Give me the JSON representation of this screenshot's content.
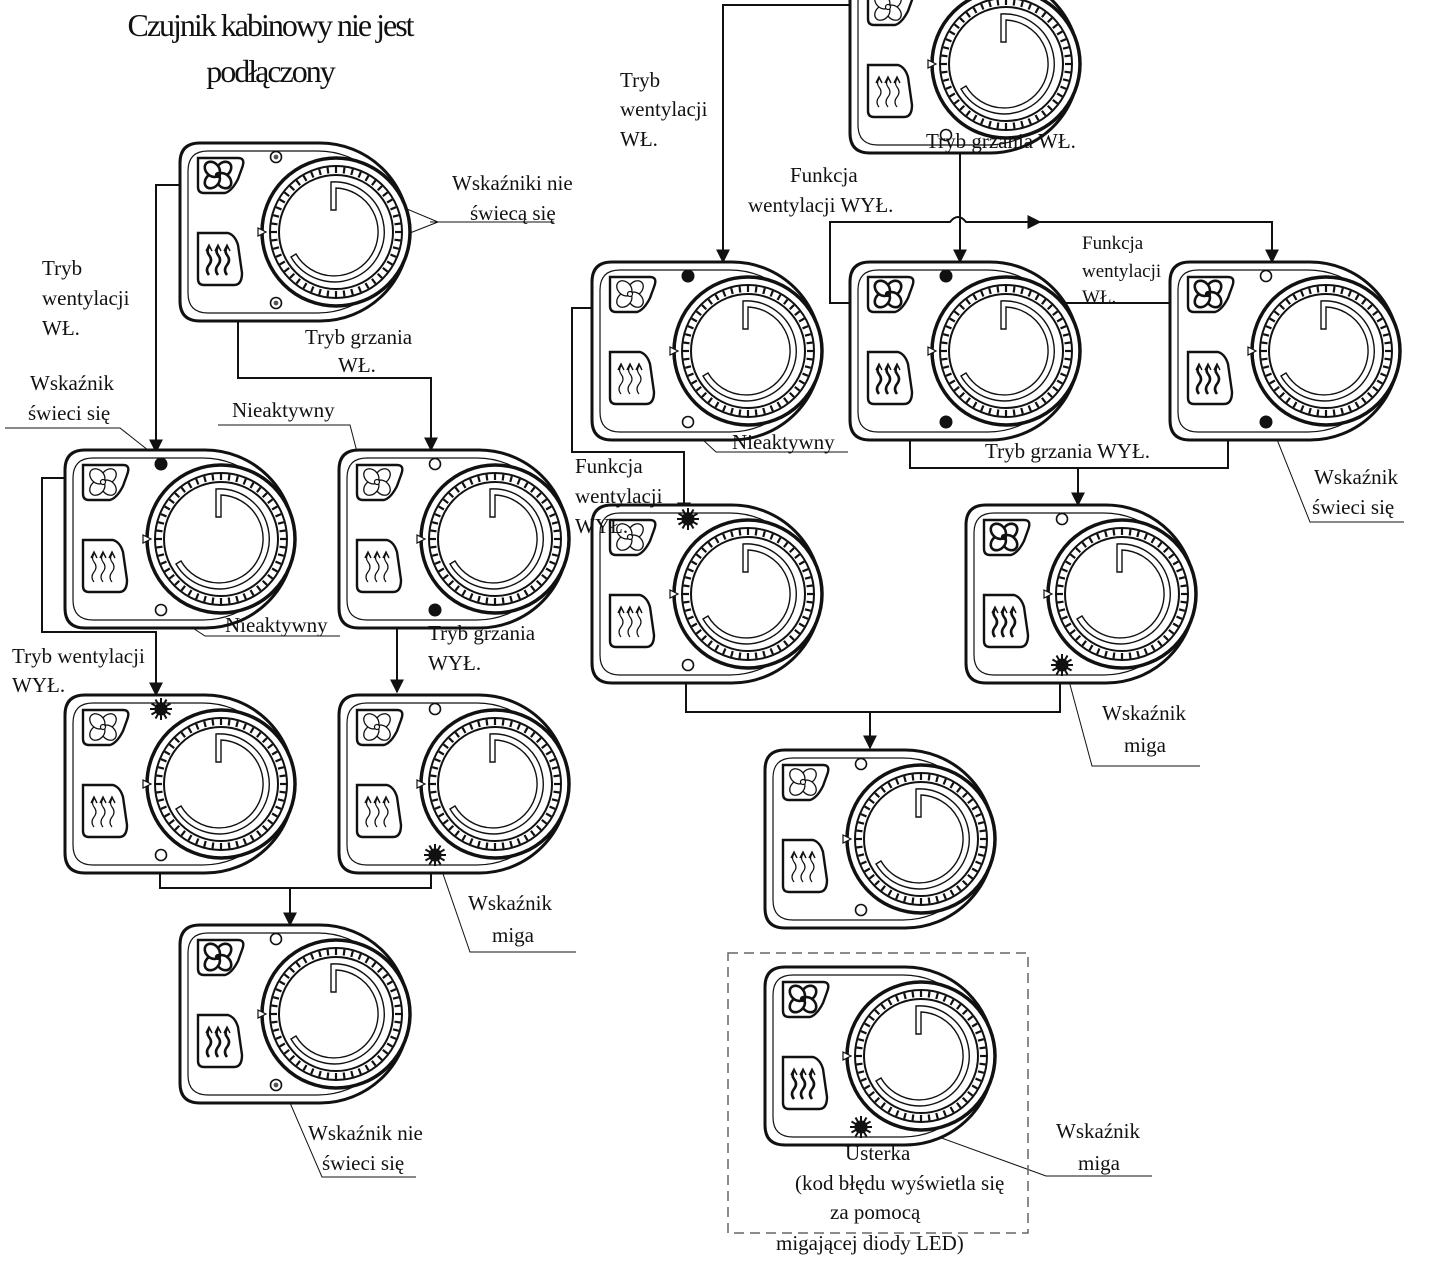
{
  "title": {
    "line1": "Czujnik kabinowy nie jest",
    "line2": "podłączony"
  },
  "labels": {
    "indicators_off": [
      "Wskaźniki nie",
      "świecą się"
    ],
    "vent_on_left": [
      "Tryb",
      "wentylacji",
      "WŁ."
    ],
    "heat_on_left": [
      "Tryb grzania",
      "WŁ."
    ],
    "indicator_lit_left": [
      "Wskaźnik",
      "świeci się"
    ],
    "inactive_top_left": "Nieaktywny",
    "inactive_mid_left": "Nieaktywny",
    "vent_off_left": [
      "Tryb wentylacji",
      "WYŁ."
    ],
    "heat_off_left": [
      "Tryb grzania",
      "WYŁ."
    ],
    "blinks_left": [
      "Wskaźnik",
      "miga"
    ],
    "indicator_off_left": [
      "Wskaźnik nie",
      "świeci się"
    ],
    "vent_on_right": [
      "Tryb",
      "wentylacji",
      "WŁ."
    ],
    "heat_on_right": "Tryb grzania WŁ.",
    "vent_func_off_top": [
      "Funkcja",
      "wentylacji WYŁ."
    ],
    "vent_func_on_right": [
      "Funkcja",
      "wentylacji",
      "WŁ."
    ],
    "inactive_right": "Nieaktywny",
    "vent_func_off_mid": [
      "Funkcja",
      "wentylacji",
      "WYŁ."
    ],
    "heat_off_right": "Tryb grzania WYŁ.",
    "indicator_lit_right": [
      "Wskaźnik",
      "świeci się"
    ],
    "blinks_right": [
      "Wskaźnik",
      "miga"
    ],
    "fault": [
      "Usterka",
      "(kod błędu wyświetla się",
      "za pomocą",
      "migającej diody LED)"
    ],
    "blinks_fault": [
      "Wskaźnik",
      "miga"
    ]
  },
  "icons": {
    "fan": "fan-icon",
    "heat": "heat-waves-icon",
    "knob": "temperature-knob-icon",
    "led_on": "led-lit-icon",
    "led_off": "led-off-icon",
    "led_blink": "led-blinking-icon",
    "led_dim": "led-not-connected-icon"
  },
  "colors": {
    "ink": "#111111",
    "paper": "#ffffff"
  },
  "panels": [
    {
      "id": "left-top",
      "led_top": "dim",
      "led_bottom": "dim",
      "fan_style": "bold",
      "heat_style": "bold"
    },
    {
      "id": "left-vent-on",
      "led_top": "on",
      "led_bottom": "off",
      "fan_style": "thin",
      "heat_style": "thin"
    },
    {
      "id": "left-heat-on",
      "led_top": "off",
      "led_bottom": "on",
      "fan_style": "thin",
      "heat_style": "thin"
    },
    {
      "id": "left-vent-blink",
      "led_top": "blink",
      "led_bottom": "off",
      "fan_style": "thin",
      "heat_style": "thin"
    },
    {
      "id": "left-heat-blink",
      "led_top": "off",
      "led_bottom": "blink",
      "fan_style": "thin",
      "heat_style": "thin"
    },
    {
      "id": "left-bottom",
      "led_top": "off",
      "led_bottom": "dim",
      "fan_style": "bold",
      "heat_style": "bold"
    },
    {
      "id": "right-top",
      "led_top": "none",
      "led_bottom": "off",
      "fan_style": "thin",
      "heat_style": "thin"
    },
    {
      "id": "right-vent-on",
      "led_top": "on",
      "led_bottom": "off",
      "fan_style": "thin",
      "heat_style": "thin"
    },
    {
      "id": "right-heat-vent",
      "led_top": "on",
      "led_bottom": "on",
      "fan_style": "bold",
      "heat_style": "bold"
    },
    {
      "id": "right-heat-only",
      "led_top": "off",
      "led_bottom": "on",
      "fan_style": "bold",
      "heat_style": "bold"
    },
    {
      "id": "right-vent-blink",
      "led_top": "blink",
      "led_bottom": "off",
      "fan_style": "thin",
      "heat_style": "thin"
    },
    {
      "id": "right-heat-blink",
      "led_top": "off",
      "led_bottom": "blink",
      "fan_style": "bold",
      "heat_style": "bold"
    },
    {
      "id": "right-bottom",
      "led_top": "off",
      "led_bottom": "off",
      "fan_style": "thin",
      "heat_style": "thin"
    },
    {
      "id": "fault",
      "led_top": "none",
      "led_bottom": "blink",
      "fan_style": "bold",
      "heat_style": "bold"
    }
  ]
}
